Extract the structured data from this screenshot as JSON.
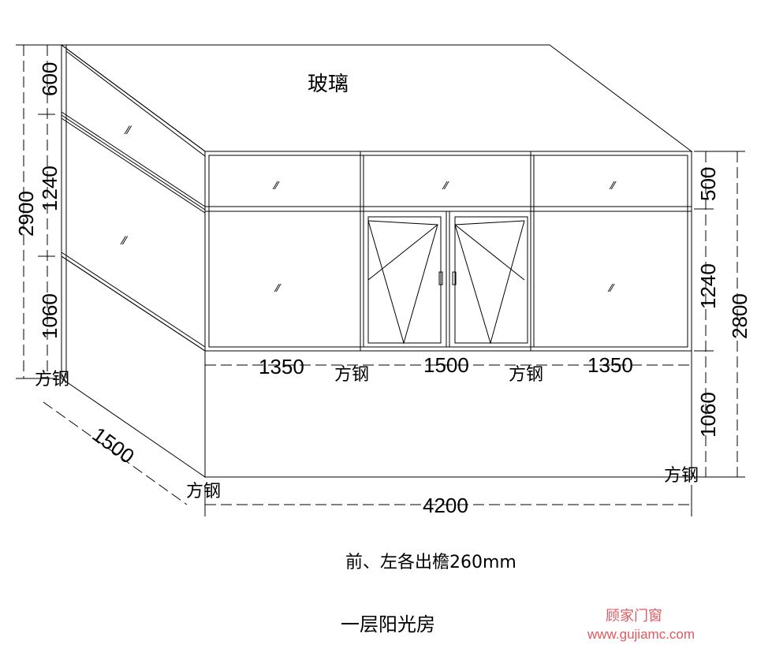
{
  "labels": {
    "roof": "玻璃",
    "square_steel": "方钢",
    "note": "前、左各出檐260mm",
    "title": "一层阳光房"
  },
  "dimensions": {
    "left_total": "2900",
    "left_top": "600",
    "left_mid": "1240",
    "left_base": "1060",
    "right_total": "2800",
    "right_top": "500",
    "right_mid": "1240",
    "right_base": "1060",
    "front_left": "1350",
    "front_center": "1500",
    "front_right": "1350",
    "depth": "1500",
    "width": "4200"
  },
  "watermark": {
    "brand": "顾家门窗",
    "url": "www.gujiamc.com",
    "color": "#e0585e"
  }
}
